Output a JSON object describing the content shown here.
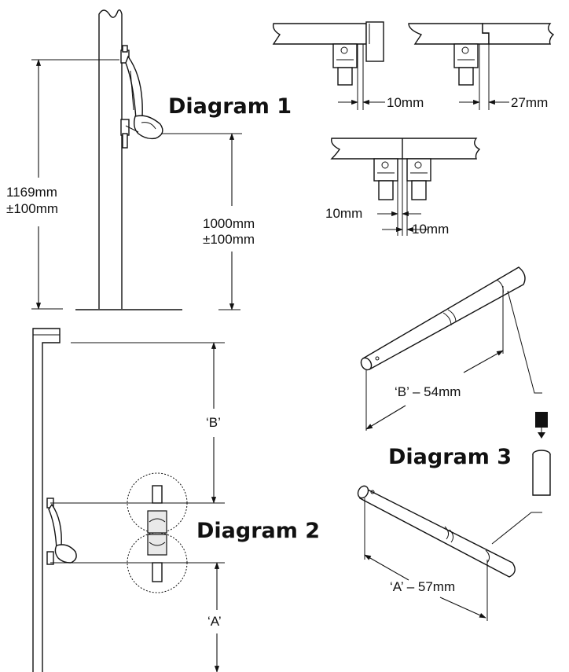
{
  "diagram1": {
    "title": "Diagram 1",
    "dim_total_value": "1169mm",
    "dim_total_tolerance": "±100mm",
    "dim_handle_value": "1000mm",
    "dim_handle_tolerance": "±100mm",
    "gap_flush": "10mm",
    "gap_recessed": "27mm",
    "gap_double_left": "10mm",
    "gap_double_right": "10mm"
  },
  "diagram2": {
    "title": "Diagram 2",
    "label_b": "‘B’",
    "label_a": "‘A’"
  },
  "diagram3": {
    "title": "Diagram 3",
    "label_b": "‘B’ – 54mm",
    "label_a": "‘A’ – 57mm"
  }
}
